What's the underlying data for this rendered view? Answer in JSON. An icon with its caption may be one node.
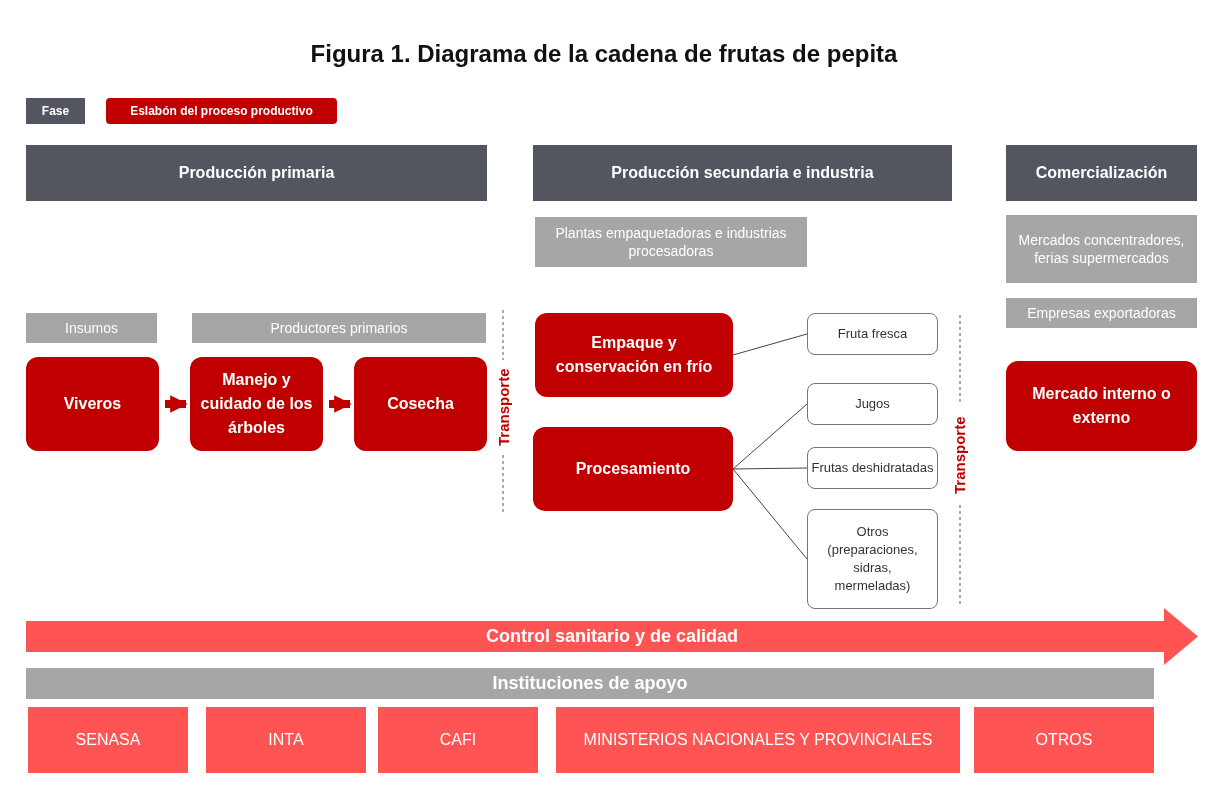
{
  "diagram": {
    "title": "Figura 1. Diagrama de la cadena de frutas de pepita",
    "nodes": [
      {
        "text": [
          "Producción primaria"
        ]
      },
      {
        "text": [
          "Producción secundaria e industria"
        ]
      },
      {
        "text": [
          "Comercialización"
        ]
      },
      {
        "text": [
          "Plantas empaquetadoras e industrias procesadoras"
        ]
      },
      {
        "text": [
          "Mercados concentradores, ferias supermercados"
        ]
      },
      {
        "text": [
          "Empresas exportadoras"
        ]
      },
      {
        "text": [
          "Insumos"
        ]
      },
      {
        "text": [
          "Productores primarios"
        ]
      },
      {
        "text": [
          "Viveros"
        ]
      },
      {
        "text": [
          "Manejo y cuidado de los árboles"
        ]
      },
      {
        "text": [
          "Cosecha"
        ]
      },
      {
        "text": [
          "Empaque y conservación en frío"
        ]
      },
      {
        "text": [
          "Procesamiento"
        ]
      },
      {
        "text": [
          "Fruta fresca"
        ]
      },
      {
        "text": [
          "Jugos"
        ]
      },
      {
        "text": [
          "Frutas deshidratadas"
        ]
      },
      {
        "text": [
          "Otros (preparaciones, sidras, mermeladas)"
        ]
      },
      {
        "text": [
          "Mercado interno o externo"
        ]
      },
      {
        "text": [
          "Control sanitario y de calidad"
        ]
      },
      {
        "text": [
          "Instituciones de apoyo"
        ]
      },
      {
        "text": [
          "SENASA"
        ]
      },
      {
        "text": [
          "INTA"
        ]
      },
      {
        "text": [
          "CAFI"
        ]
      },
      {
        "text": [
          "MINISTERIOS NACIONALES Y PROVINCIALES"
        ]
      },
      {
        "text": [
          "OTROS"
        ]
      }
    ],
    "edges": [
      {
        "from": 8,
        "to": 9,
        "arrow": "to",
        "style": "thick",
        "color": "#c00000"
      },
      {
        "from": 9,
        "to": 10,
        "arrow": "to",
        "style": "thick",
        "color": "#c00000"
      },
      {
        "from": 11,
        "to": 13,
        "arrow": "none"
      },
      {
        "from": 12,
        "to": 14,
        "arrow": "none"
      },
      {
        "from": 12,
        "to": 15,
        "arrow": "none"
      },
      {
        "from": 12,
        "to": 16,
        "arrow": "none"
      }
    ],
    "labels": [
      "Transporte",
      "Transporte"
    ],
    "legend": [
      {
        "text": "Fase",
        "color": "#53565e"
      },
      {
        "text": "Eslabón del proceso productivo",
        "color": "#c00000"
      }
    ]
  }
}
